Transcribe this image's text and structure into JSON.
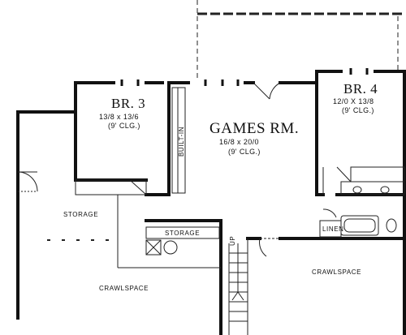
{
  "rooms": {
    "br3": {
      "name": "BR. 3",
      "dims": "13/8 x 13/6",
      "ceiling": "(9' CLG.)"
    },
    "games": {
      "name": "GAMES RM.",
      "dims": "16/8 x 20/0",
      "ceiling": "(9' CLG.)"
    },
    "br4": {
      "name": "BR. 4",
      "dims": "12/0 X 13/8",
      "ceiling": "(9' CLG.)"
    }
  },
  "labels": {
    "built_in": "BUILT-IN",
    "storage_left": "STORAGE",
    "storage_center": "STORAGE",
    "linen": "LINEN",
    "up": "UP",
    "crawlspace_left": "CRAWLSPACE",
    "crawlspace_right": "CRAWLSPACE"
  },
  "colors": {
    "wall": "#111111",
    "line": "#222222",
    "background": "#ffffff"
  }
}
